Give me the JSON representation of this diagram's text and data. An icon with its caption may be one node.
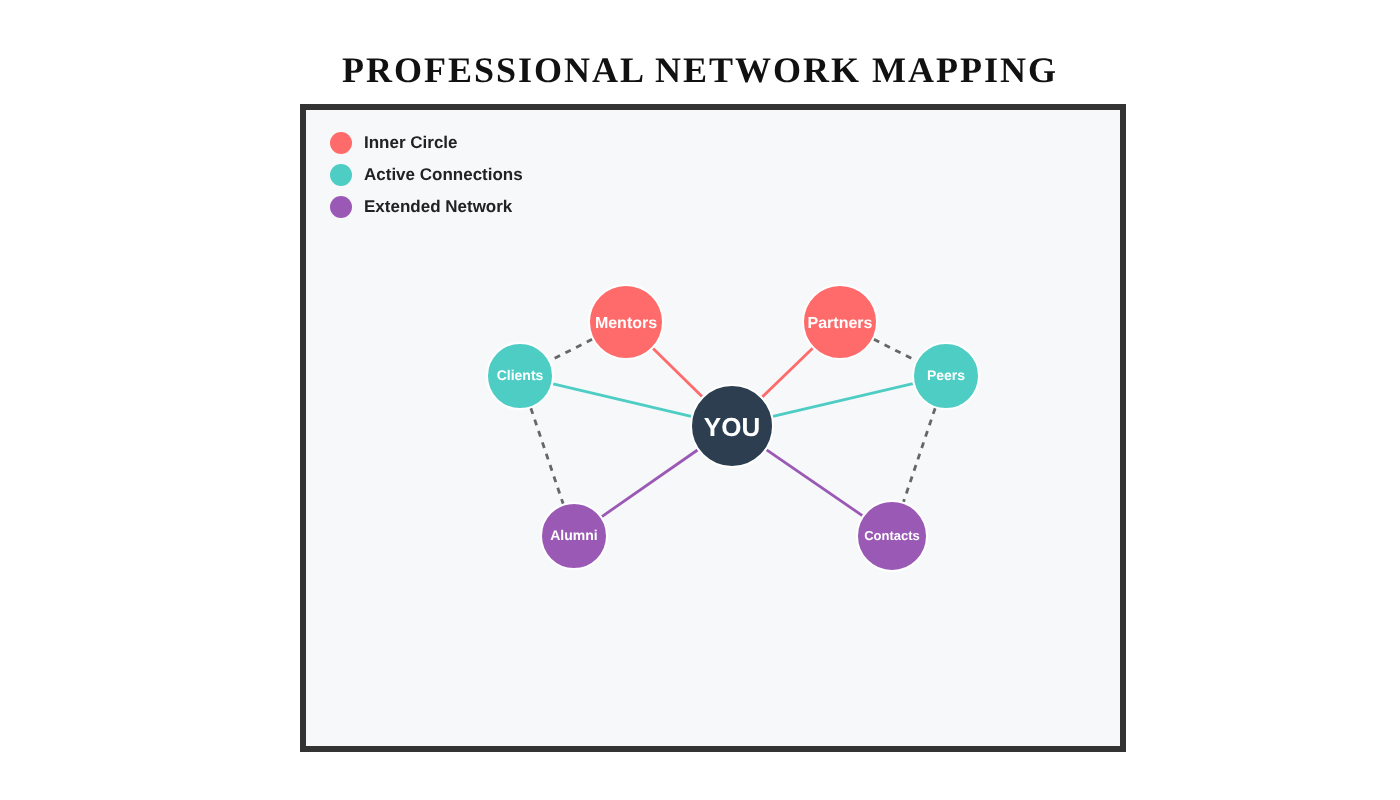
{
  "diagram": {
    "title": "PROFESSIONAL NETWORK MAPPING",
    "nodes": [
      {
        "text": [
          "YOU"
        ]
      },
      {
        "text": [
          "Mentors"
        ]
      },
      {
        "text": [
          "Partners"
        ]
      },
      {
        "text": [
          "Clients"
        ]
      },
      {
        "text": [
          "Peers"
        ]
      },
      {
        "text": [
          "Alumni"
        ]
      },
      {
        "text": [
          "Contacts"
        ]
      }
    ],
    "edges": [
      {
        "from": 0,
        "to": 1,
        "arrow": "none",
        "color": "#ff6b6b"
      },
      {
        "from": 0,
        "to": 2,
        "arrow": "none",
        "color": "#ff6b6b"
      },
      {
        "from": 0,
        "to": 3,
        "arrow": "none",
        "color": "#4ecdc4"
      },
      {
        "from": 0,
        "to": 4,
        "arrow": "none",
        "color": "#4ecdc4"
      },
      {
        "from": 0,
        "to": 5,
        "arrow": "none",
        "color": "#9b59b6"
      },
      {
        "from": 0,
        "to": 6,
        "arrow": "none",
        "color": "#9b59b6"
      },
      {
        "from": 1,
        "to": 3,
        "arrow": "none",
        "style": "dashed",
        "color": "#666666"
      },
      {
        "from": 2,
        "to": 4,
        "arrow": "none",
        "style": "dashed",
        "color": "#666666"
      },
      {
        "from": 3,
        "to": 5,
        "arrow": "none",
        "style": "dashed",
        "color": "#666666"
      },
      {
        "from": 4,
        "to": 6,
        "arrow": "none",
        "style": "dashed",
        "color": "#666666"
      }
    ],
    "legend": [
      {
        "text": "Inner Circle",
        "color": "#ff6b6b"
      },
      {
        "text": "Active Connections",
        "color": "#4ecdc4"
      },
      {
        "text": "Extended Network",
        "color": "#9b59b6"
      }
    ]
  }
}
